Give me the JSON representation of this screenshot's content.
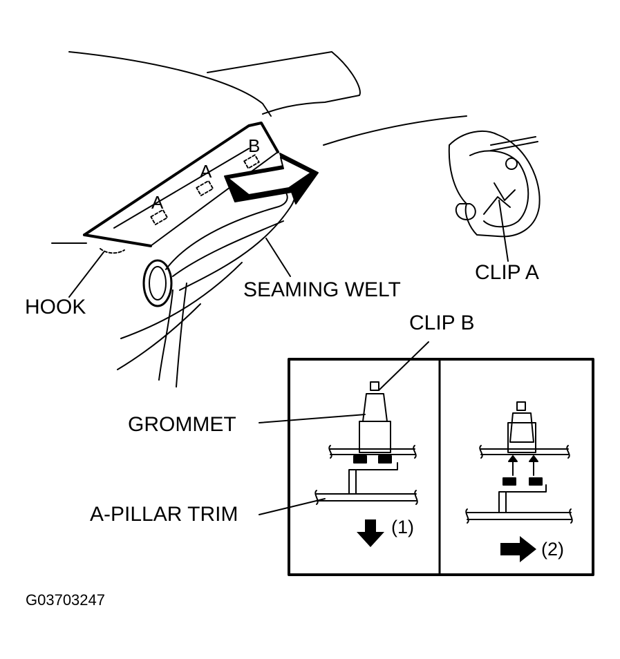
{
  "labels": {
    "hook": "HOOK",
    "seaming_welt": "SEAMING WELT",
    "clip_a": "CLIP A",
    "clip_b": "CLIP B",
    "grommet": "GROMMET",
    "a_pillar_trim": "A-PILLAR TRIM",
    "step1": "(1)",
    "step2": "(2)",
    "marker_a1": "A",
    "marker_a2": "A",
    "marker_b": "B",
    "figure_code": "G03703247"
  },
  "colors": {
    "ink": "#000000",
    "paper": "#ffffff"
  }
}
